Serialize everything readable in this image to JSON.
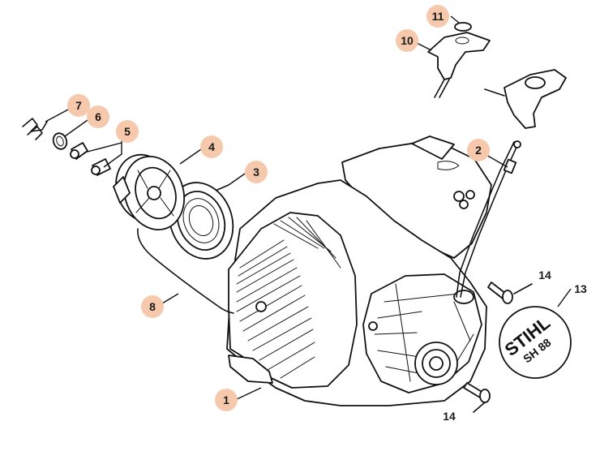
{
  "diagram": {
    "callout_fill": "#f6c9ad",
    "callout_number_color": "#1a1a1a",
    "brand_text": "STIHL",
    "model_text": "SH 88",
    "callouts": [
      {
        "id": "c1",
        "label": "1"
      },
      {
        "id": "c2",
        "label": "2"
      },
      {
        "id": "c3",
        "label": "3"
      },
      {
        "id": "c4",
        "label": "4"
      },
      {
        "id": "c5",
        "label": "5"
      },
      {
        "id": "c6",
        "label": "6"
      },
      {
        "id": "c7",
        "label": "7"
      },
      {
        "id": "c8",
        "label": "8"
      },
      {
        "id": "c10",
        "label": "10"
      },
      {
        "id": "c11",
        "label": "11"
      },
      {
        "id": "c13",
        "label": "13"
      },
      {
        "id": "c14a",
        "label": "14"
      },
      {
        "id": "c14b",
        "label": "14"
      }
    ]
  }
}
